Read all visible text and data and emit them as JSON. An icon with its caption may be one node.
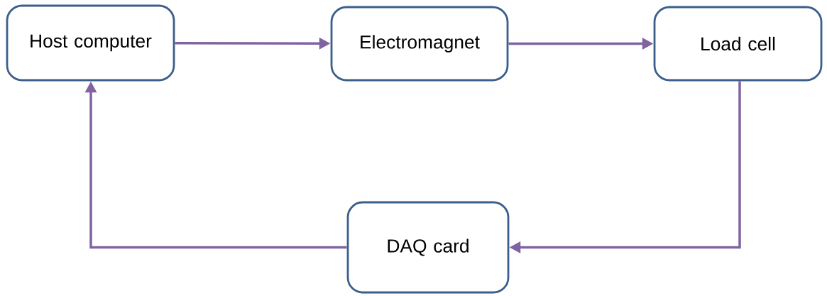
{
  "diagram": {
    "nodes": [
      {
        "text": [
          "Host computer"
        ]
      },
      {
        "text": [
          "Electromagnet"
        ]
      },
      {
        "text": [
          "Load cell"
        ]
      },
      {
        "text": [
          "DAQ card"
        ]
      }
    ],
    "edges": [
      {
        "from": 0,
        "to": 1,
        "arrow": "to"
      },
      {
        "from": 1,
        "to": 2,
        "arrow": "to"
      },
      {
        "from": 2,
        "to": 3,
        "arrow": "to"
      },
      {
        "from": 3,
        "to": 0,
        "arrow": "to"
      }
    ]
  }
}
